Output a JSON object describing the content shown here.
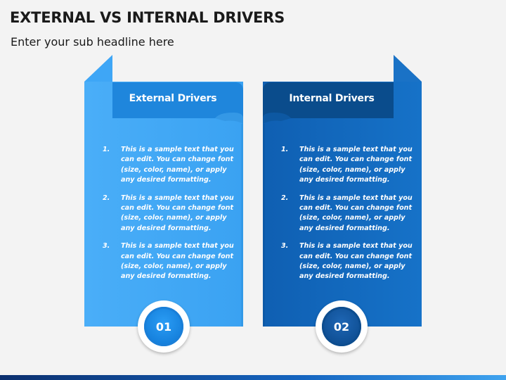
{
  "page": {
    "title": "EXTERNAL VS INTERNAL DRIVERS",
    "subtitle": "Enter your sub headline here"
  },
  "colors": {
    "external_light": "#42a8f6",
    "external_dark": "#1f86dc",
    "internal_light": "#1168c0",
    "internal_dark": "#0a4c8c"
  },
  "external": {
    "header": "External Drivers",
    "badge": "01",
    "items": [
      {
        "num": "1.",
        "text": "This is a sample text that you can edit. You can change font (size, color, name), or apply any desired formatting."
      },
      {
        "num": "2.",
        "text": "This is a sample text that you can edit. You can change font (size, color, name), or apply any desired formatting."
      },
      {
        "num": "3.",
        "text": "This is a sample text that you can edit. You can change font (size, color, name), or apply any desired formatting."
      }
    ]
  },
  "internal": {
    "header": "Internal Drivers",
    "badge": "02",
    "items": [
      {
        "num": "1.",
        "text": "This is a sample text that you can edit. You can change font (size, color, name), or apply any desired formatting."
      },
      {
        "num": "2.",
        "text": "This is a sample text that you can edit. You can change font (size, color, name), or apply any desired formatting."
      },
      {
        "num": "3.",
        "text": "This is a sample text that you can edit. You can change font (size, color, name), or apply any desired formatting."
      }
    ]
  }
}
